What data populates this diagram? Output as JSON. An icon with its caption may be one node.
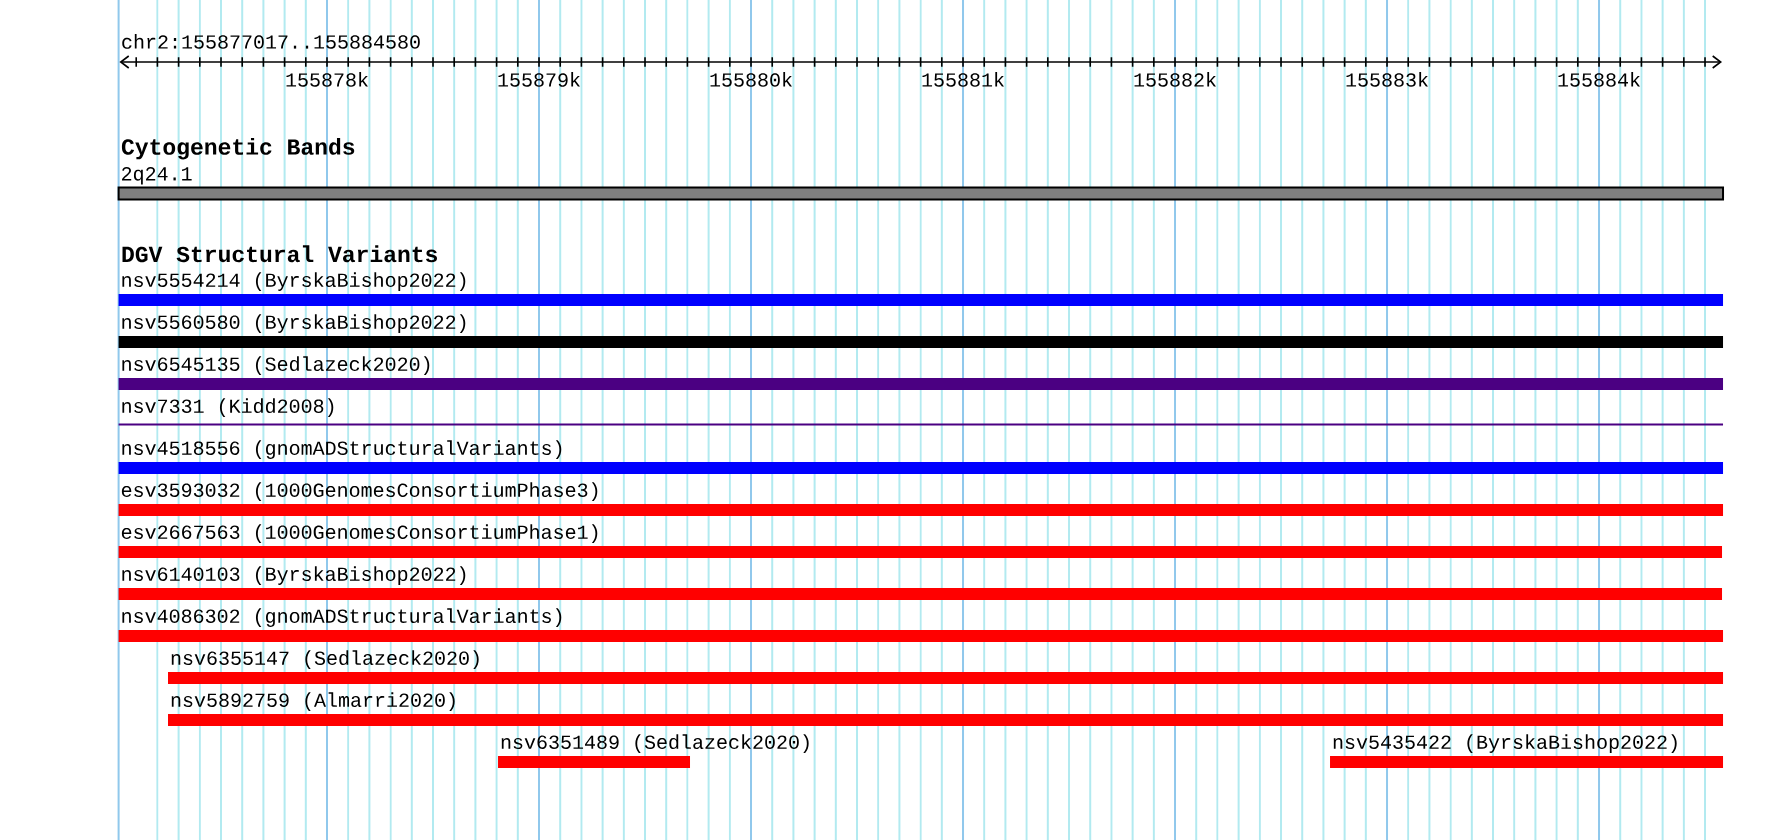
{
  "diagram": {
    "nodes": [
      {
        "text": [
          "2q24.1"
        ]
      },
      {
        "text": [
          "nsv5554214 (ByrskaBishop2022)"
        ]
      },
      {
        "text": [
          "nsv5560580 (ByrskaBishop2022)"
        ]
      },
      {
        "text": [
          "nsv6545135 (Sedlazeck2020)"
        ]
      },
      {
        "text": [
          "nsv7331 (Kidd2008)"
        ]
      },
      {
        "text": [
          "nsv4518556 (gnomADStructuralVariants)"
        ]
      },
      {
        "text": [
          "esv3593032 (1000GenomesConsortiumPhase3)"
        ]
      },
      {
        "text": [
          "esv2667563 (1000GenomesConsortiumPhase1)"
        ]
      },
      {
        "text": [
          "nsv6140103 (ByrskaBishop2022)"
        ]
      },
      {
        "text": [
          "nsv4086302 (gnomADStructuralVariants)"
        ]
      },
      {
        "text": [
          "nsv6355147 (Sedlazeck2020)"
        ]
      },
      {
        "text": [
          "nsv5892759 (Almarri2020)"
        ]
      },
      {
        "text": [
          "nsv6351489 (Sedlazeck2020)"
        ]
      },
      {
        "text": [
          "nsv5435422 (ByrskaBishop2022)"
        ]
      }
    ],
    "labels": [
      "chr2:155877017..155884580",
      "155878k",
      "155879k",
      "155880k",
      "155881k",
      "155882k",
      "155883k",
      "155884k",
      "Cytogenetic Bands",
      "DGV Structural Variants"
    ]
  }
}
